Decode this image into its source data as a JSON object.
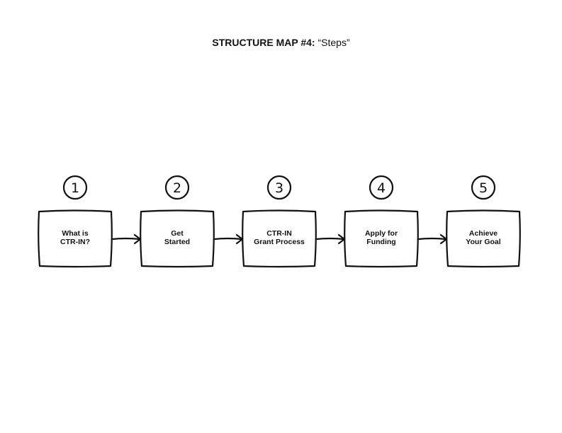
{
  "title": {
    "bold": "STRUCTURE MAP #4:",
    "normal": "“Steps”"
  },
  "steps": [
    {
      "number": "1",
      "lines": [
        "What is",
        "CTR-IN?"
      ]
    },
    {
      "number": "2",
      "lines": [
        "Get",
        "Started"
      ]
    },
    {
      "number": "3",
      "lines": [
        "CTR-IN",
        "Grant Process"
      ]
    },
    {
      "number": "4",
      "lines": [
        "Apply for",
        "Funding"
      ]
    },
    {
      "number": "5",
      "lines": [
        "Achieve",
        "Your Goal"
      ]
    }
  ]
}
